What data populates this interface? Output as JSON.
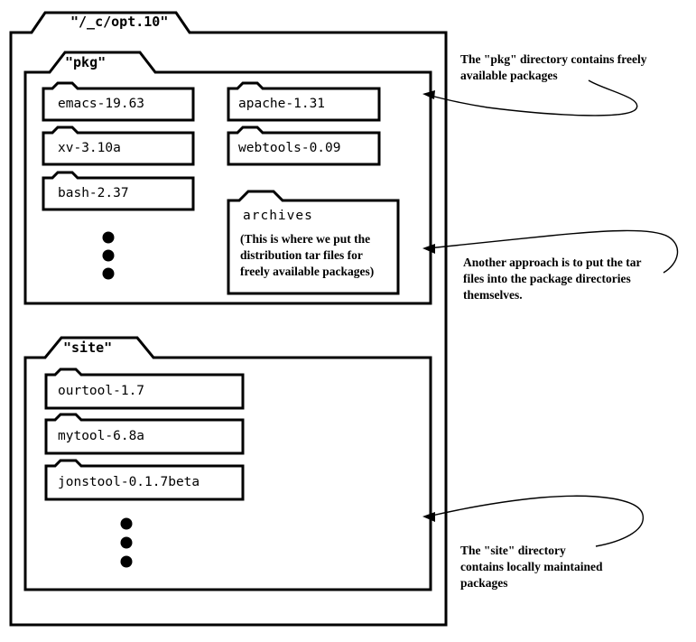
{
  "diagram": {
    "type": "directory-hierarchy-folder-diagram",
    "root": {
      "name": "\"/_c/opt.10\"",
      "tab_label": "\"/_c/opt.10\""
    },
    "sections": [
      {
        "id": "pkg",
        "tab_label": "\"pkg\"",
        "columns": [
          {
            "id": "pkg-left",
            "items": [
              {
                "label": "emacs-19.63"
              },
              {
                "label": "xv-3.10a"
              },
              {
                "label": "bash-2.37"
              }
            ],
            "ellipsis": "three-vertical-dots"
          },
          {
            "id": "pkg-right",
            "items": [
              {
                "label": "apache-1.31"
              },
              {
                "label": "webtools-0.09"
              }
            ],
            "special": {
              "title": "archives",
              "note_lines": [
                "(This is where we put the",
                "distribution tar files for",
                "freely available packages)"
              ]
            }
          }
        ]
      },
      {
        "id": "site",
        "tab_label": "\"site\"",
        "columns": [
          {
            "id": "site-left",
            "items": [
              {
                "label": "ourtool-1.7"
              },
              {
                "label": "mytool-6.8a"
              },
              {
                "label": "jonstool-0.1.7beta"
              }
            ],
            "ellipsis": "three-vertical-dots"
          }
        ]
      }
    ],
    "annotations": [
      {
        "id": "annot-pkg",
        "lines": [
          "The \"pkg\" directory contains freely",
          "available packages"
        ]
      },
      {
        "id": "annot-archives",
        "lines": [
          "Another approach is to put the tar",
          "files into the package directories",
          "themselves."
        ]
      },
      {
        "id": "annot-site",
        "lines": [
          "The \"site\" directory",
          "contains locally maintained",
          "packages"
        ]
      }
    ],
    "colors": {
      "stroke": "#000000",
      "background": "#ffffff",
      "text": "#000000"
    }
  }
}
